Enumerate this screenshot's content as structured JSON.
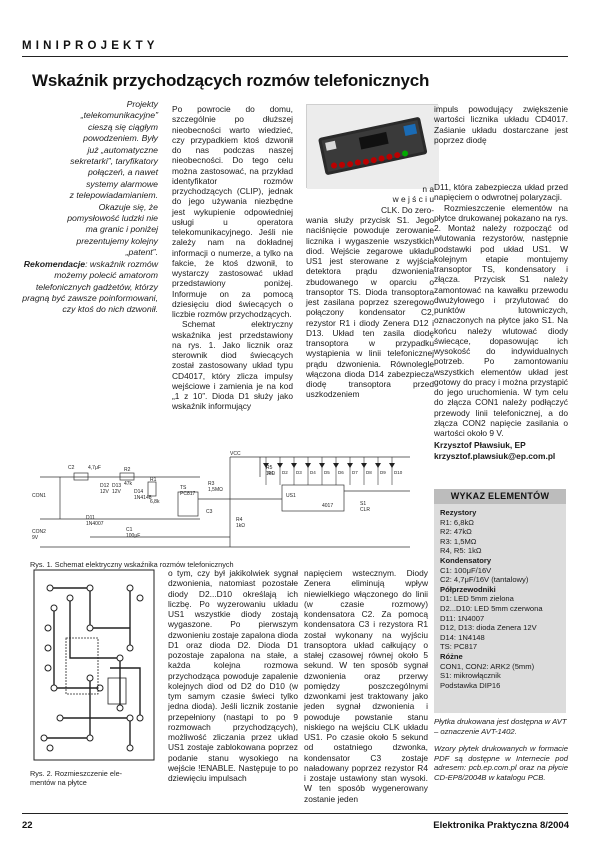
{
  "header": {
    "kicker": "MINIPROJEKTY"
  },
  "article": {
    "title": "Wskaźnik przychodzących rozmów telefonicznych",
    "intro": [
      "Projekty",
      "„telekomunikacyjne”",
      "cieszą się ciągłym",
      "powodzeniem. Były",
      "już „automatyczne",
      "sekretarki”, taryfikatory",
      "połączeń, a nawet",
      "systemy alarmowe",
      "z telepowiadamianiem.",
      "Okazuje się, że",
      "pomysłowość ludzki nie",
      "ma granic i poniżej",
      "prezentujemy kolejny",
      "„patent”."
    ],
    "intro_rec_label": "Rekomendacje",
    "intro_rec": [
      ": wskaźnik rozmów",
      "możemy polecić",
      "amatorom telefonicznych",
      "gadżetów, którzy",
      "pragną być zawsze",
      "poinformowani, czy ktoś",
      "do nich dzwonił."
    ],
    "col2_top": "Po powrocie do domu, szczególnie po dłuższej nieobecności warto wiedzieć, czy przypadkiem ktoś dzwonił do nas podczas naszej nieobecności. Do tego celu można zastosować, na przykład identyfikator rozmów przychodzących (CLIP), jednak do jego używania niezbędne jest wykupienie odpowiedniej usługi u operatora telekomunikacyjnego. Jeśli nie zależy nam na dokładnej informacji o numerze, a tylko na fakcie, że ktoś dzwonił, to wystarczy zastosować układ przedstawiony poniżej. Informuje on za pomocą dziesięciu diod świecących o liczbie rozmów przychodzących.",
    "col2_top_2": "Schemat elektryczny wskaźnika jest przedstawiony na rys. 1. Jako licznik oraz sterownik diod świecących został zastosowany układ typu CD4017, który zlicza impulsy wejściowe i zamienia je na kod „1 z 10”. Dioda D1 służy jako wskaźnik informujący",
    "photo_caption_1": "n a",
    "photo_caption_2": "w e j ś c i u",
    "photo_caption_3": "CLK. Do zero-",
    "col3_top": "wania służy przycisk S1. Jego naciśnięcie powoduje zerowanie licznika i wygaszenie wszystkich diod. Wejście zegarowe układu US1 jest sterowane z wyjścia detektora prądu dzwonienia zbudowanego w oparciu o transoptor TS. Dioda transoptora jest zasilana poprzez szeregowo połączony kondensator C2, rezystor R1 i diody Zenera D12 i D13. Układ ten zasila diodę transoptora w przypadku wystąpienia w linii telefonicznej prądu dzwonienia. Równolegle włączona dioda D14 zabezpiecza diodę transoptora przed uszkodzeniem",
    "col4_top": "impuls powodujący zwiększenie wartości licznika układu CD4017. Zaśianie układu dostarczane jest poprzez diodę",
    "col4_body": "D11, która zabezpiecza układ przed napięciem o odwrotnej polaryzacji.",
    "col4_body_2": "Rozmieszczenie elementów na płytce drukowanej pokazano na rys. 2. Montaż należy rozpocząć od wlutowania rezystorów, następnie podstawki pod układ US1. W kolejnym etapie montujemy transoptor TS, kondensatory i złącza. Przycisk S1 należy zamontować na kawałku przewodu dwużyłowego i przylutować do punktów lutowniczych, oznaczonych na płytce jako S1. Na końcu należy wlutować diody świecące, dopasowując ich wysokość do indywidualnych potrzeb. Po zamontowaniu wszystkich elementów układ jest gotowy do pracy i można przystąpić do jego uruchomienia. W tym celu do złącza CON1 należy podłączyć przewody linii telefonicznej, a do złącza CON2 napięcie zasilania o wartości około 9 V.",
    "author": "Krzysztof Pławsiuk, EP",
    "email": "krzysztof.plawsiuk@ep.com.pl",
    "fig1_caption": "Rys. 1. Schemat elektryczny wskaźnika rozmów telefonicznych",
    "fig2_caption_1": "Rys. 2. Rozmieszczenie ele-",
    "fig2_caption_2": "mentów na płytce",
    "col2_bottom": "o tym, czy był jakikolwiek sygnał dzwonienia, natomiast pozostałe diody D2...D10 określają ich liczbę. Po wyzerowaniu układu US1 wszystkie diody zostają wygaszone. Po pierwszym dzwonieniu zostaje zapalona dioda D1 oraz dioda D2. Dioda D1 pozostaje zapalona na stałe, a każda kolejna rozmowa przychodząca powoduje zapalenie kolejnych diod od D2 do D10 (w tym samym czasie świeci tylko jedna dioda). Jeśli licznik zostanie przepełniony (nastąpi to po 9 rozmowach przychodzących), możliwość zliczania przez układ US1 zostaje zablokowana poprzez podanie stanu wysokiego na wejście !ENABLE. Następuje to po dziewięciu impulsach",
    "col3_bottom": "napięciem wstecznym. Diody Zenera eliminują wpływ niewielkiego włączonego do linii (w czasie rozmowy) kondensatora C2. Za pomocą kondensatora C3 i rezystora R1 został wykonany na wyjściu transoptora układ całkujący o stałej czasowej równej około 5 sekund. W ten sposób sygnał dzwonienia oraz przerwy pomiędzy poszczególnymi dzwonkami jest traktowany jako jeden sygnał dzwonienia i powoduje powstanie stanu niskiego na wejściu CLK układu US1. Po czasie około 5 sekund od ostatniego dzwonka, kondensator C3 zostaje naładowany poprzez rezystor R4 i zostaje ustawiony stan wysoki. W ten sposób wygenerowany zostanie jeden"
  },
  "parts": {
    "title": "WYKAZ ELEMENTÓW",
    "sections": [
      {
        "name": "Rezystory",
        "items": [
          "R1: 6,8kΩ",
          "R2: 47kΩ",
          "R3: 1,5MΩ",
          "R4, R5: 1kΩ"
        ]
      },
      {
        "name": "Kondensatory",
        "items": [
          "C1: 100μF/16V",
          "C2: 4,7μF/16V (tantalowy)"
        ]
      },
      {
        "name": "Półprzewodniki",
        "items": [
          "D1: LED 5mm zielona",
          "D2...D10: LED 5mm czerwona",
          "D11: 1N4007",
          "D12, D13: dioda Zenera 12V",
          "D14: 1N4148",
          "TS: PC817"
        ]
      },
      {
        "name": "Różne",
        "items": [
          "CON1, CON2: ARK2 (5mm)",
          "S1: mikrowłącznik",
          "Podstawka DIP16"
        ]
      }
    ],
    "note1": "Płytka drukowana jest dostępna w AVT – oznaczenie AVT-1402.",
    "note2": "Wzory płytek drukowanych w formacie PDF są dostępne w Internecie pod adresem: pcb.ep.com.pl oraz na płycie CD-EP8/2004B w katalogu PCB."
  },
  "footer": {
    "page": "22",
    "magazine": "Elektronika Praktyczna 8/2004"
  },
  "schematic": {
    "labels": [
      "VCC",
      "R5",
      "1kΩ",
      "US1",
      "4017",
      "TS",
      "PC817",
      "C3",
      "C1",
      "100μF",
      "R3",
      "1,5MΩ",
      "R4",
      "1kΩ",
      "C2",
      "4,7μF",
      "D11",
      "1N4007",
      "D12",
      "12V",
      "D13",
      "12V",
      "D14",
      "1N4148",
      "R2",
      "47k",
      "R1",
      "6,8k",
      "CON1",
      "CON2",
      "9V",
      "S1",
      "CLR",
      "D1",
      "D2",
      "D3",
      "D4",
      "D5",
      "D6",
      "D7",
      "D8",
      "D9",
      "D10"
    ]
  }
}
